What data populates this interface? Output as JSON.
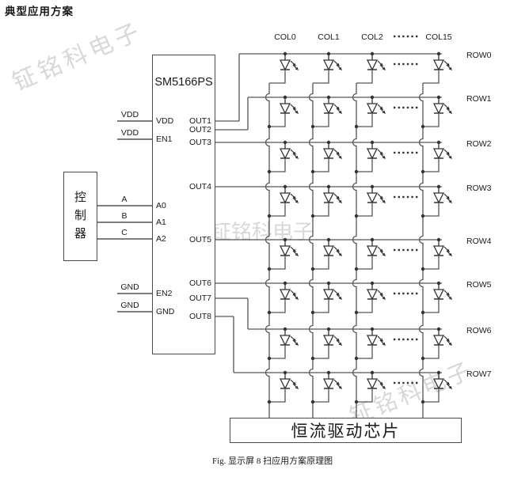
{
  "title": "典型应用方案",
  "watermark": {
    "text": "钲铭科电子",
    "color": "#d8d8d8"
  },
  "controller": {
    "label": "控制器"
  },
  "chip": {
    "name": "SM5166PS",
    "left_pins": [
      "VDD",
      "EN1",
      "A0",
      "A1",
      "A2",
      "EN2",
      "GND"
    ],
    "right_pins": [
      "OUT1",
      "OUT2",
      "OUT3",
      "OUT4",
      "OUT5",
      "OUT6",
      "OUT7",
      "OUT8"
    ],
    "input_labels": [
      "VDD",
      "VDD",
      "A",
      "B",
      "C",
      "GND",
      "GND"
    ]
  },
  "matrix": {
    "col_labels": [
      "COL0",
      "COL1",
      "COL2",
      "COL15"
    ],
    "ellipsis": "......",
    "row_labels": [
      "ROW0",
      "ROW1",
      "ROW2",
      "ROW3",
      "ROW4",
      "ROW5",
      "ROW6",
      "ROW7"
    ]
  },
  "driver": {
    "label": "恒流驱动芯片"
  },
  "caption": "Fig. 显示屏 8 扫应用方案原理图",
  "colors": {
    "wire": "#555555",
    "symbol": "#333333",
    "text": "#1a1a1a"
  }
}
